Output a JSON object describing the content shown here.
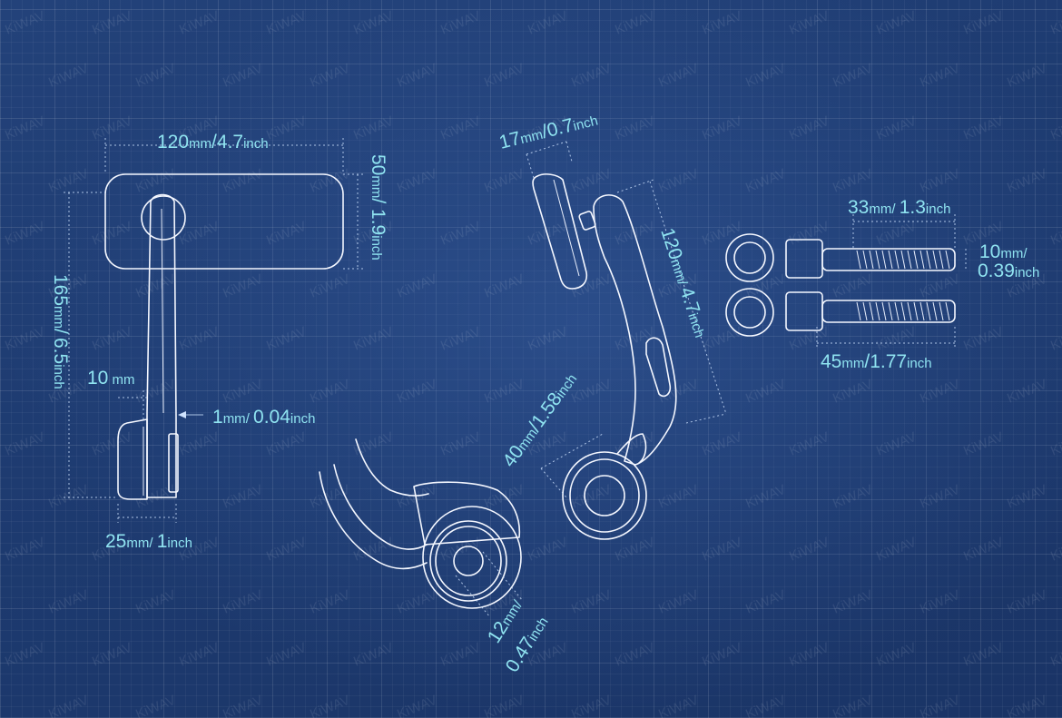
{
  "watermark": "KiWAV",
  "colors": {
    "background": "#1e3a6e",
    "line": "#f4f7ff",
    "label": "#8fe3f0"
  },
  "dims": {
    "mirror_width": {
      "n1": "120",
      "u1": "mm",
      "sep": "/",
      "n2": "4.7",
      "u2": "inch"
    },
    "mirror_height": {
      "n1": "50",
      "u1": "mm",
      "sep": "/ ",
      "n2": "1.9",
      "u2": "inch"
    },
    "total_height": {
      "n1": "165",
      "u1": "mm",
      "sep": "/",
      "n2": "6.5",
      "u2": "inch"
    },
    "offset_10": {
      "n1": "10",
      "u1": " mm"
    },
    "gap": {
      "n1": "1",
      "u1": "mm",
      "sep": "/ ",
      "n2": "0.04",
      "u2": "inch"
    },
    "clamp_width": {
      "n1": "25",
      "u1": "mm",
      "sep": "/ ",
      "n2": "1",
      "u2": "inch"
    },
    "side_thickness": {
      "n1": "17",
      "u1": "mm",
      "sep": "/",
      "n2": "0.7",
      "u2": "inch"
    },
    "arm_length": {
      "n1": "120",
      "u1": "mm",
      "sep": "/ ",
      "n2": "4.7",
      "u2": "inch"
    },
    "clamp_offset": {
      "n1": "40",
      "u1": "mm",
      "sep": "/",
      "n2": "1.58",
      "u2": "inch"
    },
    "bore": {
      "n1": "12",
      "u1": "mm",
      "sep": "/",
      "n2": "0.47",
      "u2": "inch"
    },
    "bolt_short": {
      "n1": "33",
      "u1": "mm",
      "sep": "/ ",
      "n2": "1.3",
      "u2": "inch"
    },
    "bolt_diameter": {
      "n1": "10",
      "u1": "mm",
      "sep": "/",
      "n2": "0.39",
      "u2": "inch"
    },
    "bolt_long": {
      "n1": "45",
      "u1": "mm",
      "sep": "/",
      "n2": "1.77",
      "u2": "inch"
    }
  }
}
